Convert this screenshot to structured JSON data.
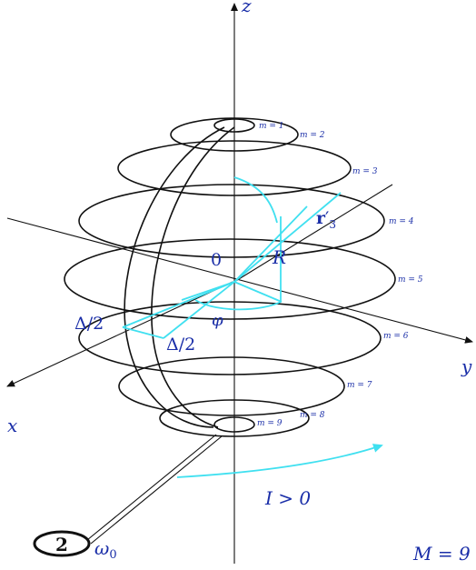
{
  "axes": {
    "z": "z",
    "x": "x",
    "y": "y"
  },
  "labels": {
    "origin": "0",
    "radius": "R",
    "vector": "r",
    "vector_prime": "′",
    "vector_sub": "3",
    "half_gap_1": "Δ/2",
    "half_gap_2": "Δ/2",
    "angle": "φ",
    "current": "I > 0",
    "count": "M = 9",
    "omega": "ω",
    "omega_sub": "0",
    "source_symbol": "2"
  },
  "rings": [
    {
      "label": "m = 1"
    },
    {
      "label": "m = 2"
    },
    {
      "label": "m = 3"
    },
    {
      "label": "m = 4"
    },
    {
      "label": "m = 5"
    },
    {
      "label": "m = 6"
    },
    {
      "label": "m = 7"
    },
    {
      "label": "m = 8"
    },
    {
      "label": "m = 9"
    }
  ],
  "colors": {
    "ink": "#111111",
    "label": "#1a2ea8",
    "highlight": "#40e0f0"
  }
}
